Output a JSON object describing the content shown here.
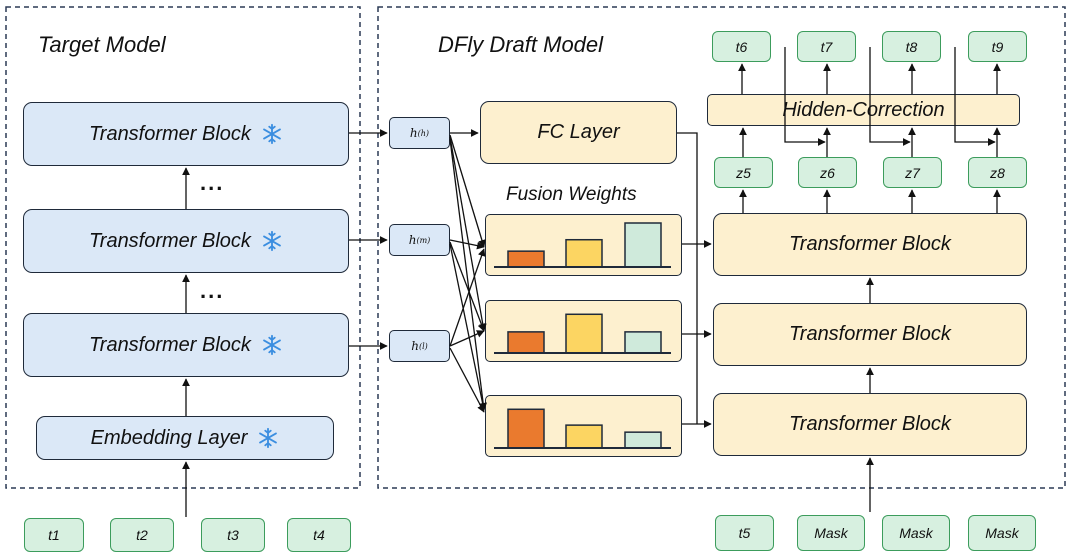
{
  "target_panel": {
    "title": "Target Model",
    "blocks": [
      "Transformer Block",
      "Transformer Block",
      "Transformer Block"
    ],
    "embedding": "Embedding Layer",
    "ellipsis": "...",
    "frozen_icon": "snowflake-icon"
  },
  "draft_panel": {
    "title": "DFly Draft Model",
    "fc_layer": "FC Layer",
    "fusion_title": "Fusion Weights",
    "hidden_correction": "Hidden-Correction",
    "blocks": [
      "Transformer Block",
      "Transformer Block",
      "Transformer Block"
    ]
  },
  "hidden_states": [
    {
      "base": "h",
      "sup": "(h)"
    },
    {
      "base": "h",
      "sup": "(m)"
    },
    {
      "base": "h",
      "sup": "(l)"
    }
  ],
  "input_tokens": [
    "t1",
    "t2",
    "t3",
    "t4"
  ],
  "draft_inputs": [
    "t5",
    "Mask",
    "Mask",
    "Mask"
  ],
  "z_tokens": [
    "z5",
    "z6",
    "z7",
    "z8"
  ],
  "output_tokens": [
    "t6",
    "t7",
    "t8",
    "t9"
  ],
  "fusion_weights": [
    [
      0.36,
      0.62,
      1.0
    ],
    [
      0.48,
      0.88,
      0.48
    ],
    [
      0.88,
      0.52,
      0.36
    ]
  ],
  "colors": {
    "target_fill": "#dbe8f7",
    "draft_fill": "#fdf0cf",
    "token_fill": "#d7f0e0",
    "token_border": "#3c9c5c",
    "bar_colors": [
      "#ea7a2e",
      "#fcd562",
      "#cfeadb"
    ]
  }
}
